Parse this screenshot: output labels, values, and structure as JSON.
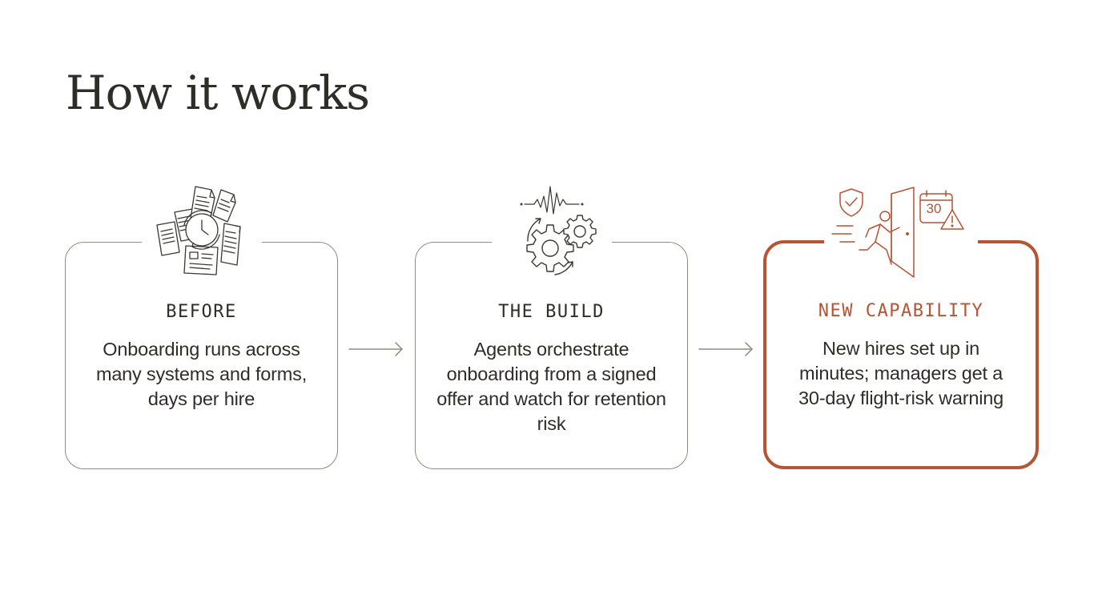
{
  "title": "How it works",
  "colors": {
    "text": "#2f2d27",
    "border": "#8e8b82",
    "accent": "#b65434"
  },
  "steps": [
    {
      "label": "BEFORE",
      "description": "Onboarding runs across many systems and forms, days per hire",
      "icon": "documents-clock-icon"
    },
    {
      "label": "THE BUILD",
      "description": "Agents orchestrate onboarding from a signed offer and watch for retention risk",
      "icon": "gears-signal-icon"
    },
    {
      "label": "NEW CAPABILITY",
      "description": "New hires set up in minutes; managers get a 30-day flight-risk warning",
      "icon": "person-exit-shield-calendar-icon",
      "calendar_number": "30"
    }
  ]
}
